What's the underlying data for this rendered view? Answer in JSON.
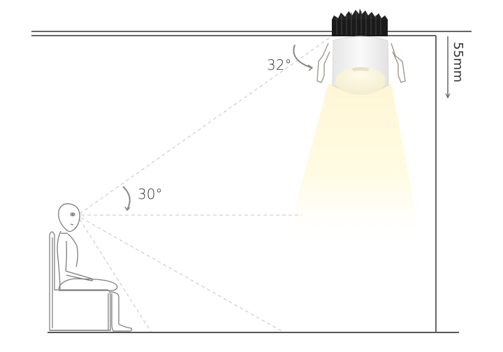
{
  "diagram": {
    "labels": {
      "fixture_tilt_angle": "32°",
      "viewing_angle": "30°",
      "recess_depth": "55mm"
    },
    "colors": {
      "wall": "#666666",
      "dashed": "#bdbdbd",
      "figure_stroke": "#8a8a8a",
      "heatsink": "#1a1a1a",
      "trim": "#f4f4f4",
      "beam": "#fffbe0",
      "text": "#333333"
    },
    "elements": [
      "ceiling",
      "right-wall",
      "floor",
      "recessed-downlight",
      "light-beam",
      "seated-person",
      "chair",
      "sightlines"
    ]
  }
}
